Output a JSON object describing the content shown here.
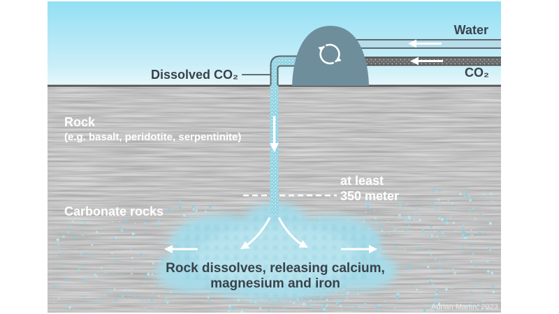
{
  "labels": {
    "water": "Water",
    "co2": "CO₂",
    "dissolved_co2": "Dissolved CO₂",
    "rock": "Rock",
    "rock_examples": "(e.g. basalt, peridotite, serpentinite)",
    "carbonate_rocks": "Carbonate rocks",
    "depth_line1": "at least",
    "depth_line2": "350 meter",
    "dissolve_line1": "Rock dissolves, releasing calcium,",
    "dissolve_line2": "magnesium and iron",
    "credit": "Adrian Martin, 2023"
  },
  "icons": {
    "circulation_icon": "two circular cycle arrows inside injection dome",
    "flow_arrow_icons": "white arrows showing water/CO₂ flow left, down the well, and spreading outward"
  },
  "colors": {
    "sky_top": "#93dff4",
    "sky_bottom": "#e7f7fb",
    "rock": "#8f8f8f",
    "surface_line": "#565656",
    "dome": "#6f8e9c",
    "water_pipe": "#b6dde9",
    "co2_pipe": "#6d6d6d",
    "dissolved_pipe": "#93d4e4",
    "plume": "#a7dce9",
    "carbonate_speck": "#9adbec",
    "text_dark": "#39424a",
    "text_light": "#ffffff"
  }
}
